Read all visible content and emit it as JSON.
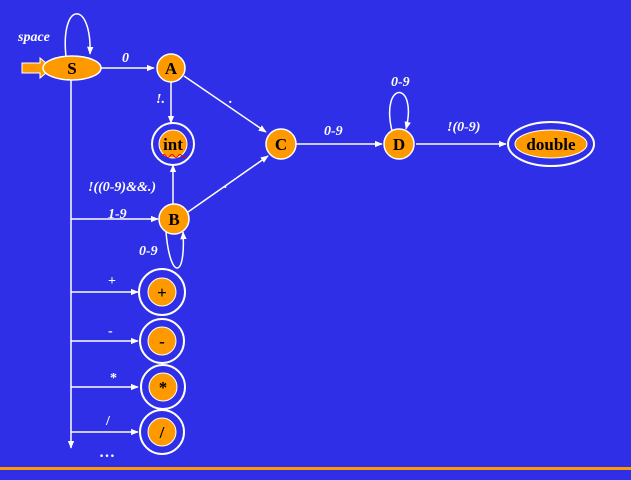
{
  "colors": {
    "background": "#2F2FE8",
    "state_fill": "#FF9900",
    "line": "#FFFFFF",
    "text_dark": "#000000"
  },
  "states": {
    "S": "S",
    "A": "A",
    "int": "int",
    "C": "C",
    "D": "D",
    "double": "double",
    "B": "B",
    "plus": "+",
    "minus": "-",
    "times": "*",
    "div": "/"
  },
  "transitions": {
    "space_loop": "space",
    "s_to_a": "0",
    "a_to_int": "!.",
    "a_to_c": ".",
    "b_to_c": ".",
    "c_to_d": "0-9",
    "d_loop": "0-9",
    "d_to_double": "!(0-9)",
    "b_to_int": "!((0-9)&&.)",
    "s_to_b": "1-9",
    "b_loop": "0-9",
    "s_to_plus": "+",
    "s_to_minus": "-",
    "s_to_times": "*",
    "s_to_div": "/",
    "more": "…"
  }
}
